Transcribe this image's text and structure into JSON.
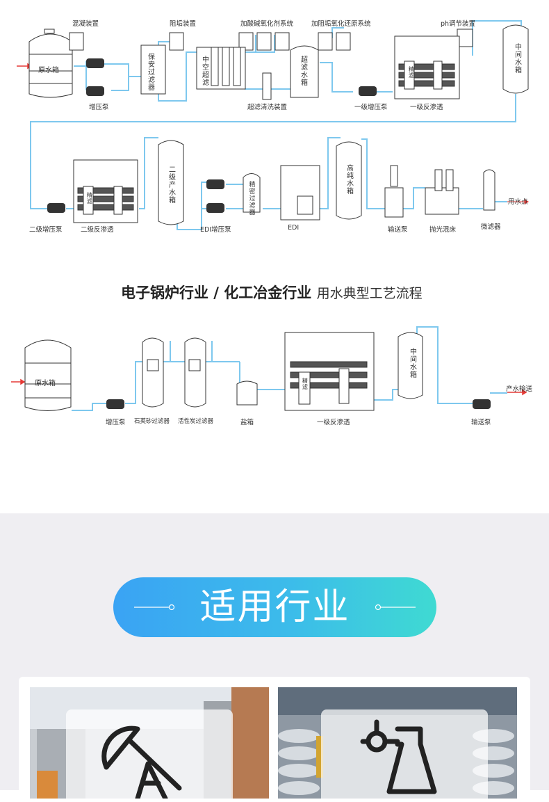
{
  "flow1": {
    "labels": {
      "raw_tank": "原水箱",
      "coag_device": "混凝装置",
      "booster_pump": "增压泵",
      "scale_inhibitor_device": "阻垢装置",
      "security_filter": "保安过滤器",
      "hollow_uf": "中空超滤",
      "acid_base_oxidant": "加酸碱氧化剂系统",
      "anti_scale_reduction": "加阻垢氧化还原系统",
      "uf_clean": "超滤清洗装置",
      "uf_tank": "超滤水箱",
      "ph_device": "ph调节装置",
      "ro1_pump": "一级增压泵",
      "ro1": "一级反渗透",
      "middle_tank": "中间水箱",
      "ro2_pump": "二级增压泵",
      "ro2": "二级反渗透",
      "secondary_tank": "二级产水箱",
      "edi_pump": "EDI增压泵",
      "precision_filter": "精密过滤器",
      "edi": "EDI",
      "high_pure_tank": "高纯水箱",
      "delivery_pump": "输送泵",
      "polish_bed": "抛光混床",
      "micro_filter": "微滤器",
      "use_point": "用水点",
      "fine_filter": "精滤"
    }
  },
  "section2": {
    "title_bold": "电子锅炉行业 / 化工冶金行业",
    "title_normal": "用水典型工艺流程"
  },
  "flow2": {
    "labels": {
      "raw_tank": "原水箱",
      "booster_pump": "增压泵",
      "quartz_filter": "石英砂过滤器",
      "carbon_filter": "活性炭过滤器",
      "salt_box": "盐箱",
      "ro1": "一级反渗透",
      "middle_tank": "中间水箱",
      "product_delivery": "产水输送",
      "delivery_pump": "输送泵",
      "fine_filter": "精滤"
    }
  },
  "industry": {
    "title": "适用行业",
    "icons": [
      "oil-pump-jack-icon",
      "chemical-flask-icon"
    ]
  },
  "colors": {
    "pipe": "#7ec8ee",
    "pill_start": "#3aa3f4",
    "pill_end": "#3fdad2",
    "arrow_red": "#e53935"
  }
}
